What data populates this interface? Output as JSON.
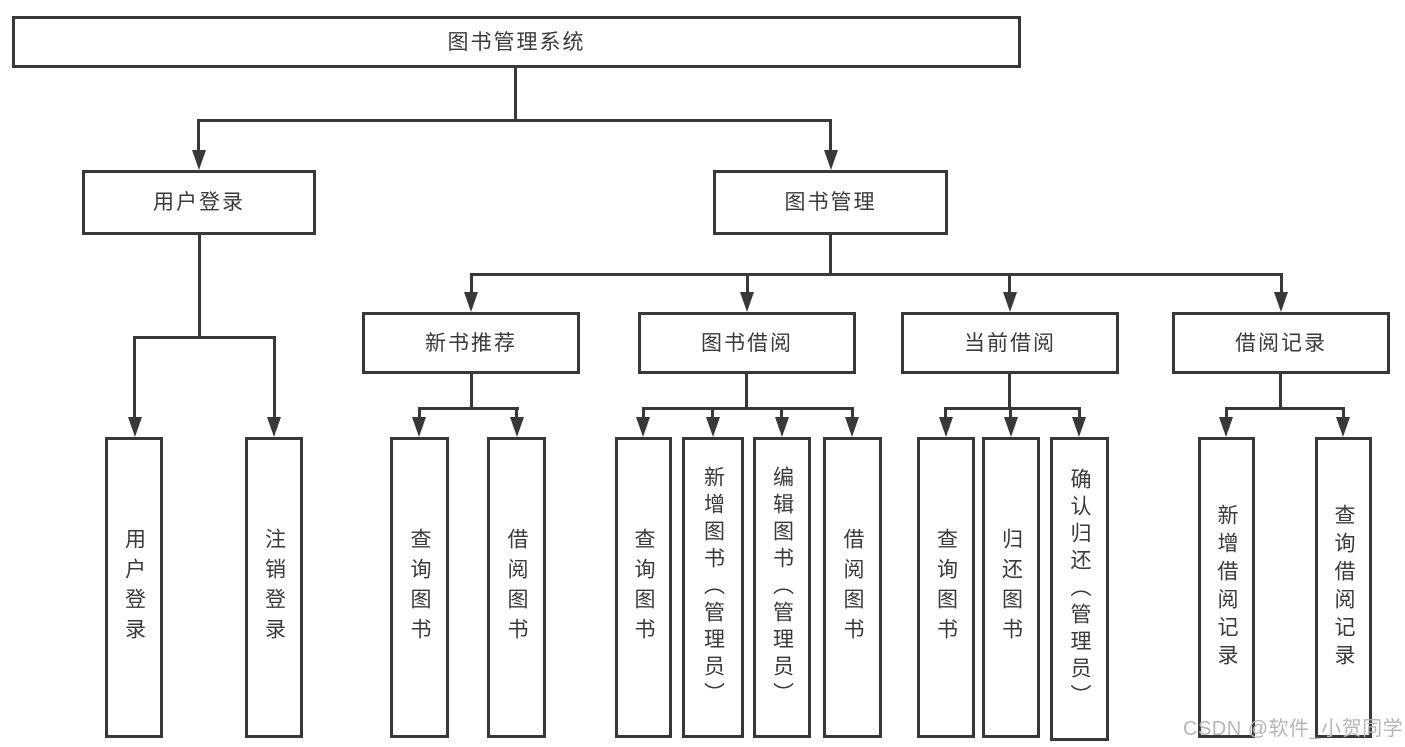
{
  "diagram": {
    "title": "图书管理系统",
    "colors": {
      "line": "#383838",
      "text": "#3a3a3a",
      "background": "#ffffff",
      "watermark": "#b6b6b6"
    },
    "nodes": {
      "root": "图书管理系统",
      "user_login": "用户登录",
      "book_mgmt": "图书管理",
      "new_book_rec": "新书推荐",
      "book_borrow": "图书借阅",
      "current_borrow": "当前借阅",
      "borrow_record": "借阅记录",
      "leaf_user_login": "用户登录",
      "leaf_logout": "注销登录",
      "leaf_rec_search": "查询图书",
      "leaf_rec_borrow": "借阅图书",
      "leaf_bb_search": "查询图书",
      "leaf_bb_add": "新增图书（管理员）",
      "leaf_bb_edit": "编辑图书（管理员）",
      "leaf_bb_borrow": "借阅图书",
      "leaf_cb_search": "查询图书",
      "leaf_cb_return": "归还图书",
      "leaf_cb_confirm": "确认归还（管理员）",
      "leaf_br_add": "新增借阅记录",
      "leaf_br_search": "查询借阅记录"
    },
    "hierarchy": {
      "label": "图书管理系统",
      "children": [
        {
          "label": "用户登录",
          "children": [
            {
              "label": "用户登录"
            },
            {
              "label": "注销登录"
            }
          ]
        },
        {
          "label": "图书管理",
          "children": [
            {
              "label": "新书推荐",
              "children": [
                {
                  "label": "查询图书"
                },
                {
                  "label": "借阅图书"
                }
              ]
            },
            {
              "label": "图书借阅",
              "children": [
                {
                  "label": "查询图书"
                },
                {
                  "label": "新增图书（管理员）"
                },
                {
                  "label": "编辑图书（管理员）"
                },
                {
                  "label": "借阅图书"
                }
              ]
            },
            {
              "label": "当前借阅",
              "children": [
                {
                  "label": "查询图书"
                },
                {
                  "label": "归还图书"
                },
                {
                  "label": "确认归还（管理员）"
                }
              ]
            },
            {
              "label": "借阅记录",
              "children": [
                {
                  "label": "新增借阅记录"
                },
                {
                  "label": "查询借阅记录"
                }
              ]
            }
          ]
        }
      ]
    },
    "watermark": "CSDN @软件_小贺同学"
  }
}
